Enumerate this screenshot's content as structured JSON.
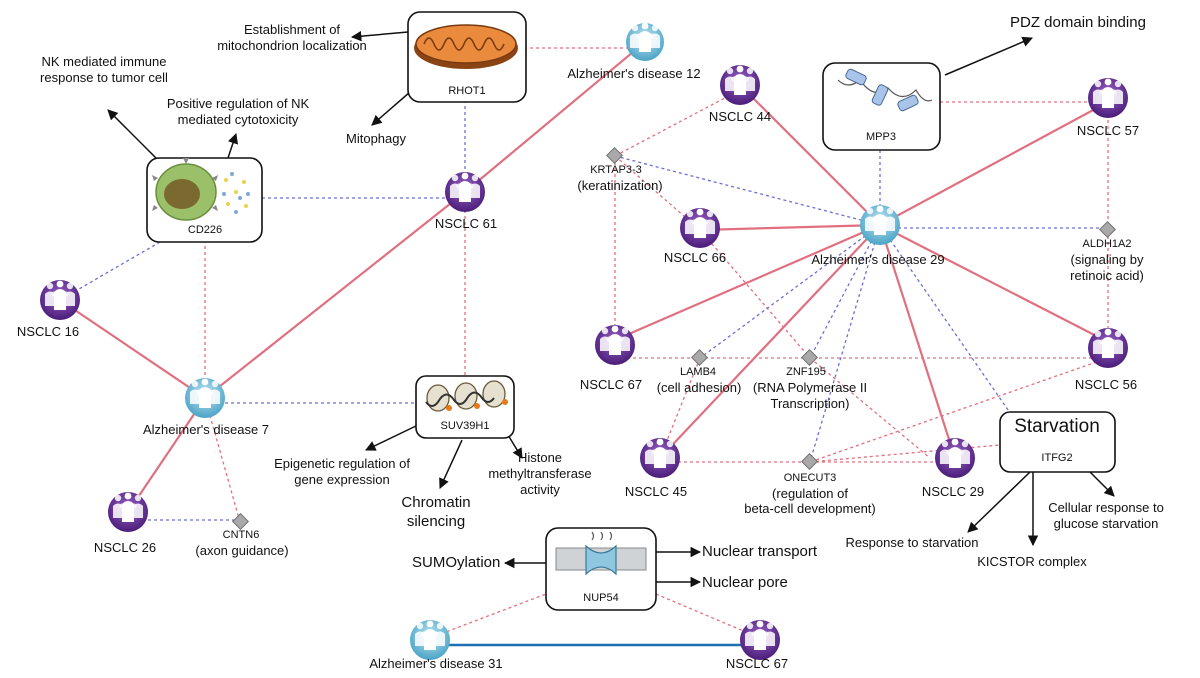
{
  "diagram": {
    "colors": {
      "nsclc": "#5b2a8c",
      "alzheimer": "#6bb8d4",
      "pink_edge": "#e0707f",
      "blue_edge": "#6b6fd4",
      "strong_blue": "#1f6fb5",
      "gene_diamond": "#a9a9a9"
    },
    "nodes": {
      "rhot1": "RHOT1",
      "cd226": "CD226",
      "suv39h1": "SUV39H1",
      "mpp3": "MPP3",
      "nup54": "NUP54",
      "itfg2": "ITFG2",
      "starvation": "Starvation",
      "alz12": "Alzheimer's disease 12",
      "alz7": "Alzheimer's disease 7",
      "alz29": "Alzheimer's disease 29",
      "alz31": "Alzheimer's disease 31",
      "nsclc61": "NSCLC 61",
      "nsclc16": "NSCLC 16",
      "nsclc26": "NSCLC 26",
      "nsclc44": "NSCLC 44",
      "nsclc57": "NSCLC 57",
      "nsclc66": "NSCLC 66",
      "nsclc67a": "NSCLC 67",
      "nsclc56": "NSCLC 56",
      "nsclc45": "NSCLC 45",
      "nsclc29": "NSCLC 29",
      "nsclc67b": "NSCLC 67"
    },
    "genes": {
      "krtap": "KRTAP3-3",
      "krtap_fn": "(keratinization)",
      "aldh": "ALDH1A2",
      "aldh_fn1": "(signaling by",
      "aldh_fn2": "retinoic acid)",
      "lamb4": "LAMB4",
      "lamb4_fn": "(cell adhesion)",
      "znf": "ZNF195",
      "znf_fn1": "(RNA Polymerase II",
      "znf_fn2": "Transcription)",
      "onecut": "ONECUT3",
      "onecut_fn1": "(regulation of",
      "onecut_fn2": "beta-cell development)",
      "cntn6": "CNTN6",
      "cntn6_fn": "(axon guidance)"
    },
    "functions": {
      "mito1": "Establishment of",
      "mito2": "mitochondrion localization",
      "mitophagy": "Mitophagy",
      "nk1": "NK mediated immune",
      "nk2": "response to tumor cell",
      "pos1": "Positive regulation of NK",
      "pos2": "mediated cytotoxicity",
      "pdz": "PDZ domain binding",
      "epi1": "Epigenetic regulation of",
      "epi2": "gene expression",
      "chrom1": "Chromatin",
      "chrom2": "silencing",
      "hist1": "Histone",
      "hist2": "methyltransferase",
      "hist3": "activity",
      "resp": "Response to starvation",
      "kic": "KICSTOR complex",
      "cell1": "Cellular response to",
      "cell2": "glucose starvation",
      "sumo": "SUMOylation",
      "ntrans": "Nuclear transport",
      "npore": "Nuclear pore"
    }
  }
}
